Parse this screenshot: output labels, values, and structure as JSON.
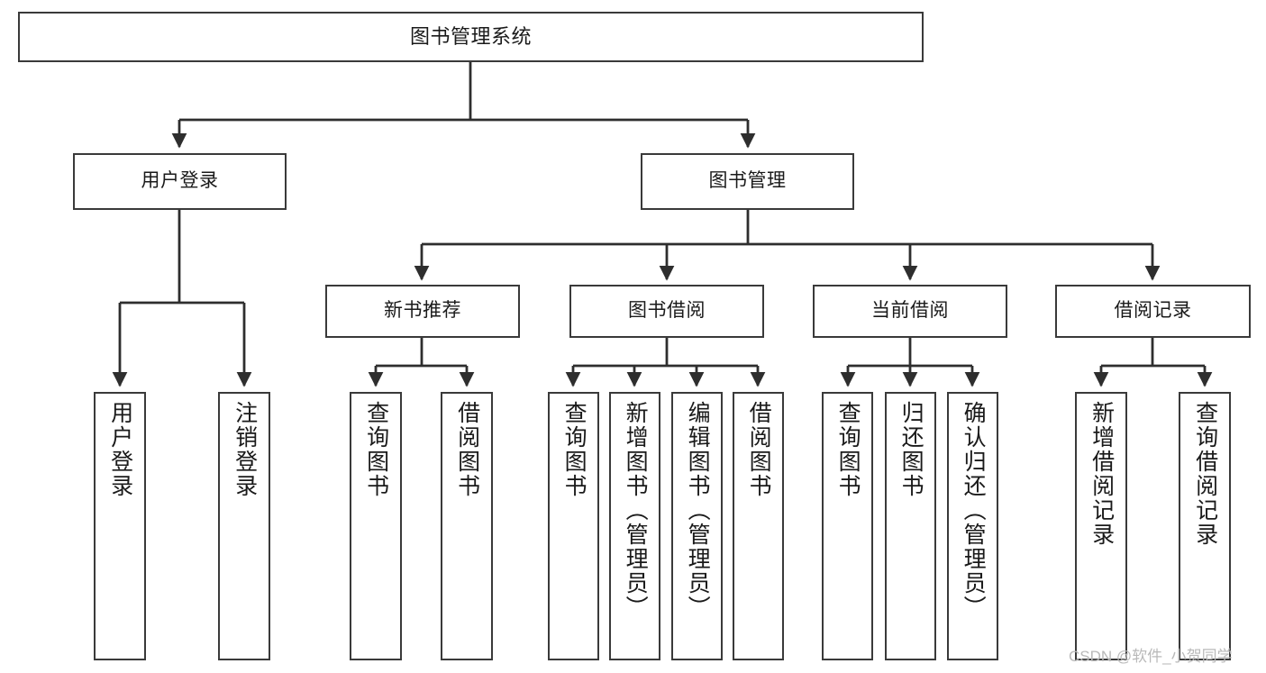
{
  "diagram": {
    "title": "图书管理系统",
    "type": "hierarchy-tree",
    "colors": {
      "box_border": "#3a3a3a",
      "box_fill": "#ffffff",
      "line": "#2e2e2e",
      "text": "#1a1a1a",
      "watermark": "#b9b9b9",
      "background": "#ffffff"
    },
    "levels": {
      "root": {
        "label": "图书管理系统"
      },
      "level2": [
        {
          "label": "用户登录"
        },
        {
          "label": "图书管理"
        }
      ],
      "level3": [
        {
          "label": "新书推荐"
        },
        {
          "label": "图书借阅"
        },
        {
          "label": "当前借阅"
        },
        {
          "label": "借阅记录"
        }
      ],
      "leaves": {
        "user_login": [
          {
            "label": "用户登录"
          },
          {
            "label": "注销登录"
          }
        ],
        "new_book_recommend": [
          {
            "label": "查询图书"
          },
          {
            "label": "借阅图书"
          }
        ],
        "book_borrow": [
          {
            "label": "查询图书"
          },
          {
            "label": "新增图书（管理员）"
          },
          {
            "label": "编辑图书（管理员）"
          },
          {
            "label": "借阅图书"
          }
        ],
        "current_borrow": [
          {
            "label": "查询图书"
          },
          {
            "label": "归还图书"
          },
          {
            "label": "确认归还（管理员）"
          }
        ],
        "borrow_record": [
          {
            "label": "新增借阅记录"
          },
          {
            "label": "查询借阅记录"
          }
        ]
      }
    }
  },
  "watermark": {
    "text": "CSDN @软件_小贺同学"
  }
}
